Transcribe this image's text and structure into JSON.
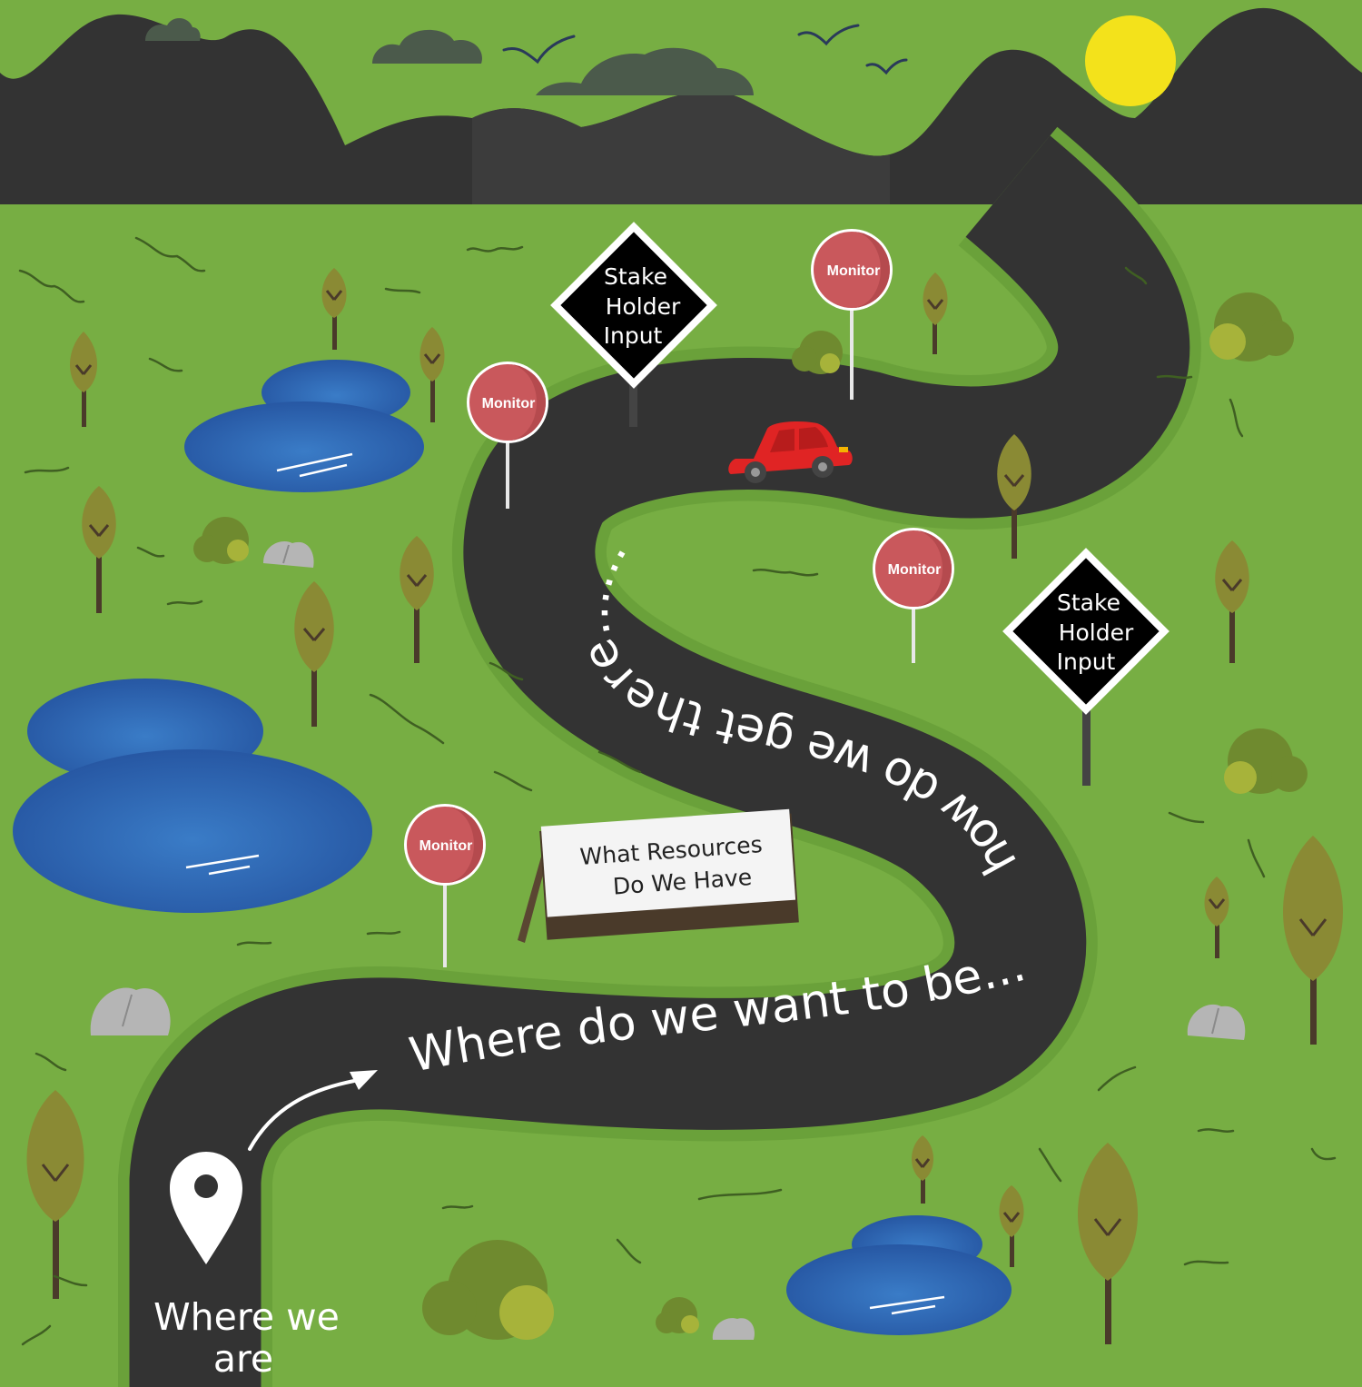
{
  "colors": {
    "grass": "#77ae43",
    "mountains": "#333333",
    "road": "#333333",
    "water": "#2b5fa8",
    "sun": "#f3e21b",
    "car": "#e02424",
    "monitor_sign": "#c9585c",
    "warning_sign": "#000000"
  },
  "road_text": {
    "where_we_are": [
      "Where we",
      "are"
    ],
    "want_to_be": "Where do we want to be...",
    "get_there": "how do we get there......"
  },
  "signs": {
    "stakeholder_1": [
      "Stake",
      "Holder",
      "Input"
    ],
    "stakeholder_2": [
      "Stake",
      "Holder",
      "Input"
    ],
    "monitor_1": "Monitor",
    "monitor_2": "Monitor",
    "monitor_3": "Monitor",
    "monitor_4": "Monitor"
  },
  "resource_board": [
    "What Resources",
    "Do We Have"
  ],
  "icons": {
    "start_marker": "location-pin-icon",
    "direction": "curved-arrow-icon",
    "vehicle": "car-icon"
  }
}
